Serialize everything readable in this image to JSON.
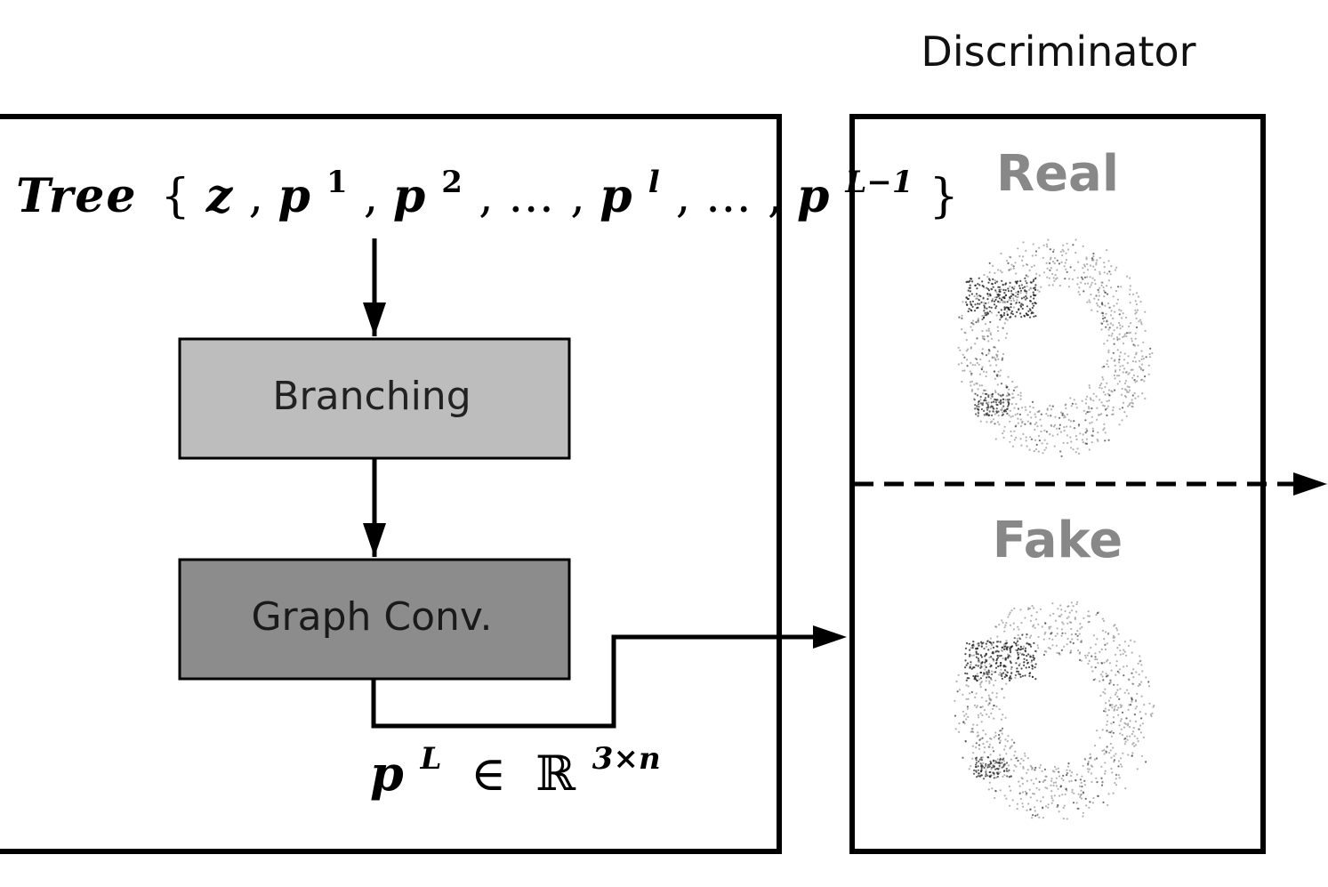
{
  "discriminator": {
    "title": "Discriminator",
    "real_label": "Real",
    "fake_label": "Fake"
  },
  "generator": {
    "tree_word": "Tree",
    "set_open": "{",
    "set_items": [
      {
        "base": "z",
        "sup": ""
      },
      {
        "base": "p",
        "sup": "1"
      },
      {
        "base": "p",
        "sup": "2"
      },
      {
        "base": "…",
        "sup": ""
      },
      {
        "base": "p",
        "sup": "l"
      },
      {
        "base": "…",
        "sup": ""
      },
      {
        "base": "p",
        "sup": "L−1"
      }
    ],
    "set_close": "}",
    "branching_label": "Branching",
    "graphconv_label": "Graph Conv.",
    "output_base": "p",
    "output_sup": "L",
    "output_in": "∈",
    "output_space": "ℝ",
    "output_space_sup": "3×n"
  },
  "colors": {
    "branching_fill": "#bdbdbd",
    "graphconv_fill": "#8c8c8c",
    "real_fake_text": "#888888",
    "stroke": "#000000"
  }
}
